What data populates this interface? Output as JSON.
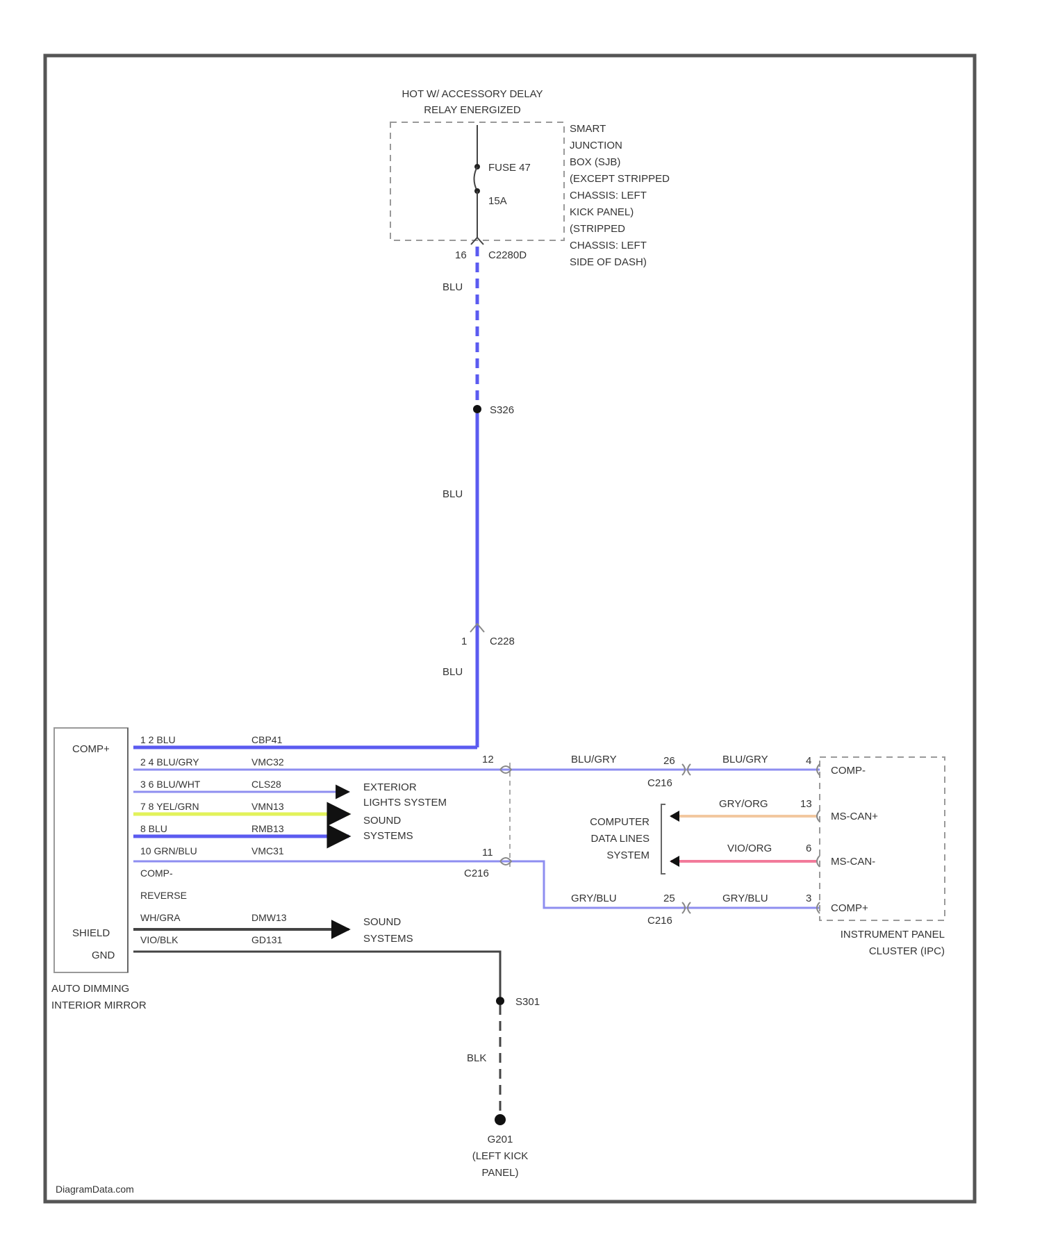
{
  "colors": {
    "frame": "#555555",
    "wire_blue": "#5b5bf0",
    "wire_blue_light": "#8e8ef0",
    "wire_yellow_green": "#e2f25a",
    "wire_orange": "#f2c8a0",
    "wire_pink": "#f27a9a",
    "wire_black": "#333333",
    "dashed_box": "#999999"
  },
  "power_source": {
    "header_line1": "HOT W/ ACCESSORY DELAY",
    "header_line2": "RELAY ENERGIZED",
    "fuse_label": "FUSE 47",
    "fuse_rating": "15A",
    "sjb_lines": [
      "SMART",
      "JUNCTION",
      "BOX (SJB)",
      "(EXCEPT STRIPPED",
      "CHASSIS: LEFT",
      "KICK PANEL)",
      "(STRIPPED",
      "CHASSIS: LEFT",
      "SIDE OF DASH)"
    ],
    "connector_pin": "16",
    "connector_name": "C2280D"
  },
  "main_feed": {
    "wire1_color": "BLU",
    "splice": "S326",
    "wire2_color": "BLU",
    "connector_pin": "1",
    "connector_name": "C228",
    "wire3_color": "BLU"
  },
  "mirror": {
    "name_line1": "AUTO DIMMING",
    "name_line2": "INTERIOR MIRROR",
    "pin_labels": [
      "COMP+",
      "SHIELD",
      "GND"
    ],
    "rows": [
      {
        "pins": "1 2 BLU",
        "circuit": "CBP41"
      },
      {
        "pins": "2 4 BLU/GRY",
        "circuit": "VMC32"
      },
      {
        "pins": "3 6 BLU/WHT",
        "circuit": "CLS28"
      },
      {
        "pins": "7 8 YEL/GRN",
        "circuit": "VMN13"
      },
      {
        "pins": "8 BLU",
        "circuit": "RMB13"
      },
      {
        "pins": "10 GRN/BLU",
        "circuit": "VMC31"
      },
      {
        "pins": "COMP-",
        "circuit": ""
      },
      {
        "pins": "REVERSE",
        "circuit": ""
      },
      {
        "pins": "WH/GRA",
        "circuit": "DMW13"
      },
      {
        "pins": "VIO/BLK",
        "circuit": "GD131"
      }
    ]
  },
  "targets": {
    "exterior_line1": "EXTERIOR",
    "exterior_line2": "LIGHTS SYSTEM",
    "sound_a_line1": "SOUND",
    "sound_a_line2": "SYSTEMS",
    "sound_b_line1": "SOUND",
    "sound_b_line2": "SYSTEMS"
  },
  "mid_connectors": {
    "upper_pin": "12",
    "lower_pin": "11",
    "name": "C216"
  },
  "cluster_wires": {
    "upper_color_left": "BLU/GRY",
    "upper_pin_mid": "26",
    "upper_conn": "C216",
    "upper_color_right": "BLU/GRY",
    "upper_pin_right": "4",
    "lower_color_left": "GRY/BLU",
    "lower_pin_mid": "25",
    "lower_conn": "C216",
    "lower_color_right": "GRY/BLU",
    "lower_pin_right": "3",
    "can_plus_color": "GRY/ORG",
    "can_plus_pin": "13",
    "can_minus_color": "VIO/ORG",
    "can_minus_pin": "6"
  },
  "data_lines": {
    "line1": "COMPUTER",
    "line2": "DATA LINES",
    "line3": "SYSTEM"
  },
  "cluster": {
    "pins": [
      "COMP-",
      "MS-CAN+",
      "MS-CAN-",
      "COMP+"
    ],
    "name_line1": "INSTRUMENT PANEL",
    "name_line2": "CLUSTER (IPC)"
  },
  "ground": {
    "splice": "S301",
    "wire_color": "BLK",
    "point": "G201",
    "location_line1": "(LEFT KICK",
    "location_line2": "PANEL)"
  },
  "watermark": "DiagramData.com"
}
